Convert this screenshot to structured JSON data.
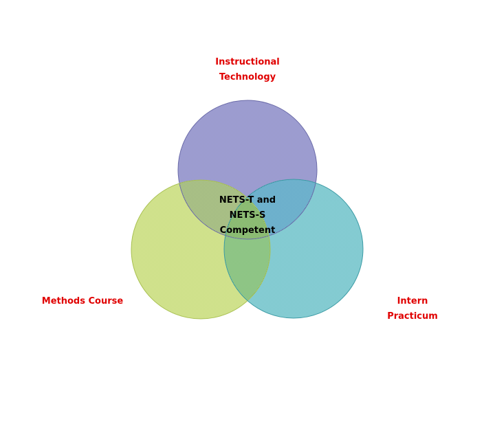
{
  "diagram": {
    "type": "venn",
    "sets": [
      {
        "id": "top",
        "lines": [
          "Instructional",
          "Technology"
        ],
        "fill": "#8c8cc8",
        "stroke": "#6a6aa8"
      },
      {
        "id": "left",
        "lines": [
          "Methods Course"
        ],
        "fill": "#c2d86a",
        "stroke": "#a8c050"
      },
      {
        "id": "right",
        "lines": [
          "Intern",
          "Practicum"
        ],
        "fill": "#5fbcc4",
        "stroke": "#3a9aa4"
      }
    ],
    "center": {
      "lines": [
        "NETS-T and",
        "NETS-S",
        "Competent"
      ],
      "fill": "#6aa84a"
    },
    "label_color": "#e00000",
    "center_label_color": "#000000"
  }
}
